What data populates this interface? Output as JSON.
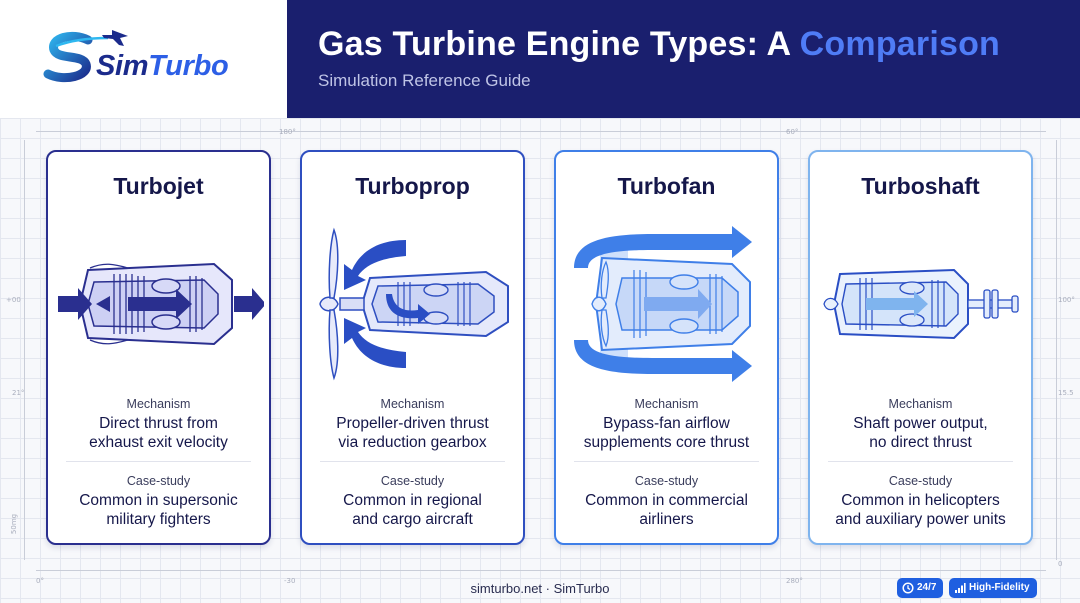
{
  "header": {
    "brand": {
      "part1": "Sim",
      "part2": "Turbo"
    },
    "title_main": "Gas Turbine Engine Types: A ",
    "title_accent": "Comparison",
    "subtitle": "Simulation Reference Guide"
  },
  "dimensions": {
    "top_left": "180°",
    "top_right": "60°",
    "left_1": "+00",
    "left_2": "21°",
    "left_3": "50mg",
    "right_1": "100°",
    "right_2": "15.5",
    "bottom_1": "0°",
    "bottom_2": "-30",
    "bottom_3": "280°",
    "corner_right": "0"
  },
  "sections": {
    "mechanism": "Mechanism",
    "case_study": "Case-study"
  },
  "cards": [
    {
      "title": "Turbojet",
      "mechanism_1": "Direct thrust from",
      "mechanism_2": "exhaust exit velocity",
      "case_1": "Common in supersonic",
      "case_2": "military fighters",
      "border_color": "#2a2f8f"
    },
    {
      "title": "Turboprop",
      "mechanism_1": "Propeller-driven thrust",
      "mechanism_2": "via reduction gearbox",
      "case_1": "Common in regional",
      "case_2": "and cargo aircraft",
      "border_color": "#2f4fc0"
    },
    {
      "title": "Turbofan",
      "mechanism_1": "Bypass-fan airflow",
      "mechanism_2": "supplements core thrust",
      "case_1": "Common in commercial",
      "case_2": "airliners",
      "border_color": "#3f7fe8"
    },
    {
      "title": "Turboshaft",
      "mechanism_1": "Shaft power output,",
      "mechanism_2": "no direct thrust",
      "case_1": "Common in helicopters",
      "case_2": "and auxiliary power units",
      "border_color": "#7fb4ee"
    }
  ],
  "footer": {
    "site": "simturbo.net · SimTurbo",
    "badge_1": "24/7",
    "badge_2": "High-Fidelity"
  },
  "colors": {
    "header_bg": "#1a1f6e",
    "accent": "#4f7cf6",
    "brand_dark": "#1b2b8c",
    "brand_light": "#2d5fe6",
    "badge_bg": "#1f5fe0"
  }
}
